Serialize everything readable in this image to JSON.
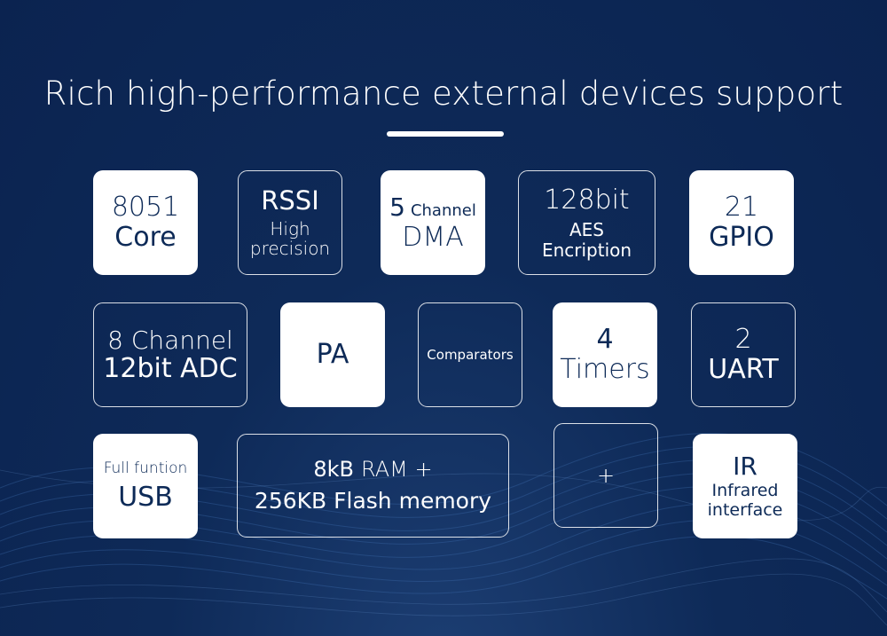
{
  "title": "Rich high-performance external devices support",
  "features": {
    "core": {
      "line1": "8051",
      "line2": "Core"
    },
    "rssi": {
      "line1": "RSSI",
      "line2": "High",
      "line3": "precision"
    },
    "dma": {
      "num": "5",
      "unit": "Channel",
      "line2": "DMA"
    },
    "aes": {
      "line1": "128bit",
      "line2": "AES",
      "line3": "Encription"
    },
    "gpio": {
      "line1": "21",
      "line2": "GPIO"
    },
    "adc": {
      "line1": "8 Channel",
      "line2": "12bit ADC"
    },
    "pa": {
      "line1": "PA"
    },
    "comparators": {
      "line1": "Comparators"
    },
    "timers": {
      "line1": "4",
      "line2": "Timers"
    },
    "uart": {
      "line1": "2",
      "line2": "UART"
    },
    "usb": {
      "line1": "Full funtion",
      "line2": "USB"
    },
    "memory": {
      "line1a": "8kB",
      "line1b": "RAM +",
      "line2": "256KB Flash memory"
    },
    "more": {
      "line1": "+"
    },
    "ir": {
      "line1": "IR",
      "line2": "Infrared",
      "line3": "interface"
    }
  },
  "colors": {
    "background": "#0b2350",
    "tile_text": "#0d2a57",
    "white": "#ffffff"
  }
}
